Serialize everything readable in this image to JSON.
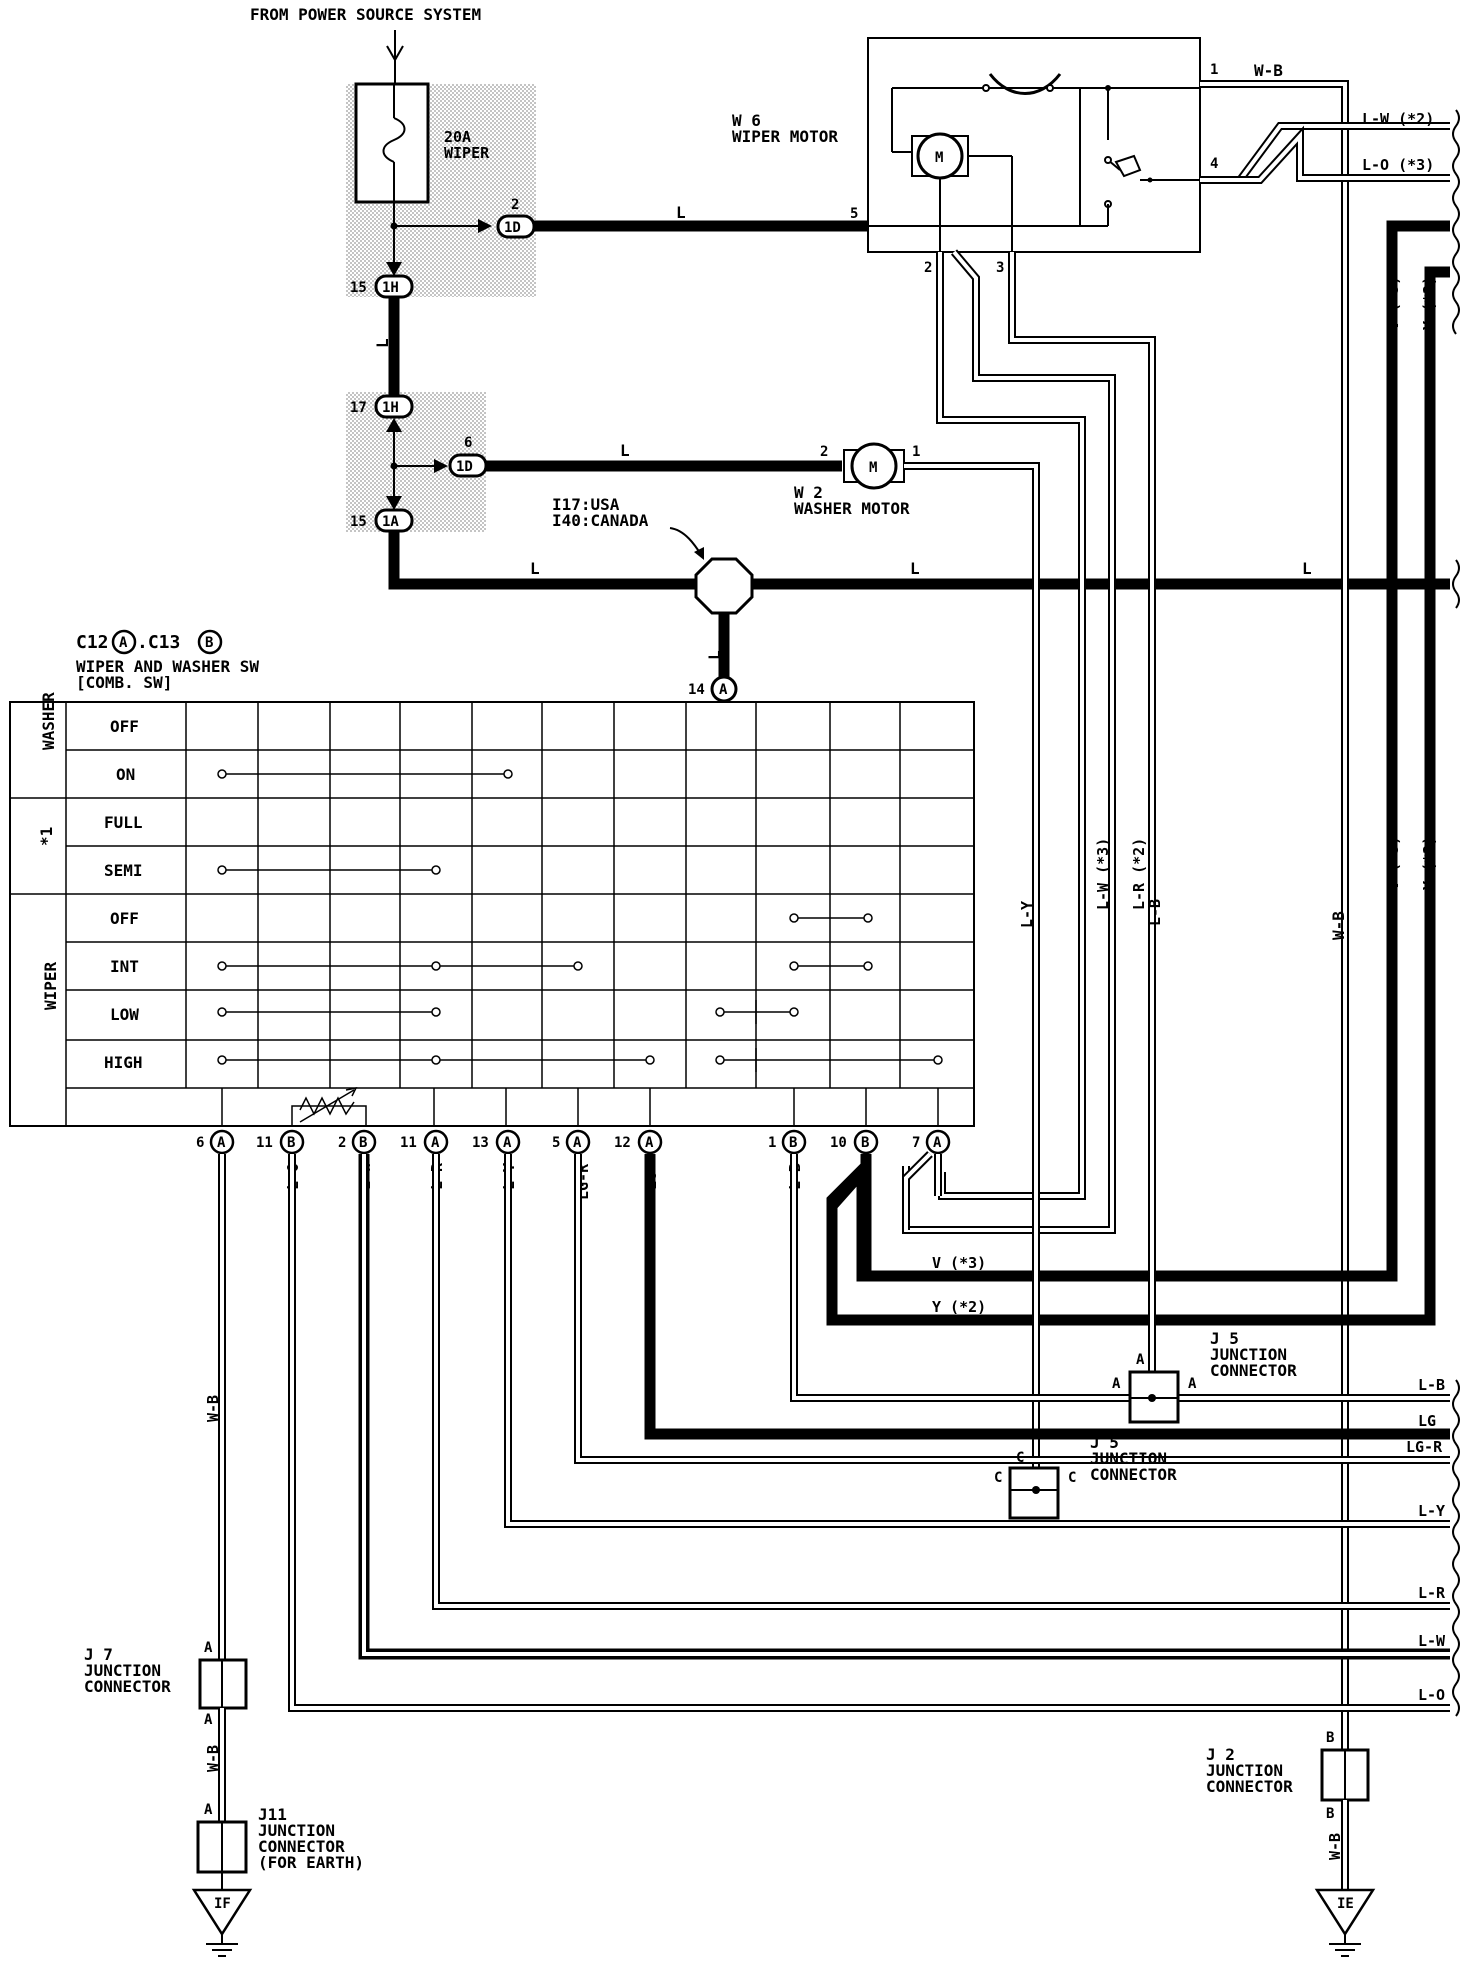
{
  "header": {
    "power_source": "FROM POWER SOURCE SYSTEM"
  },
  "fuse": {
    "rating": "20A",
    "name": "WIPER"
  },
  "motors": {
    "wiper": {
      "code": "W 6",
      "name": "WIPER MOTOR",
      "symbol": "M"
    },
    "washer": {
      "code": "W 2",
      "name": "WASHER MOTOR",
      "symbol": "M"
    }
  },
  "connectors_inline": {
    "id_top": {
      "pin": "2",
      "label": "1D"
    },
    "ih_top": {
      "pin": "15",
      "label": "1H"
    },
    "ih_mid": {
      "pin": "17",
      "label": "1H"
    },
    "id_mid": {
      "pin": "6",
      "label": "1D"
    },
    "ia": {
      "pin": "15",
      "label": "1A"
    }
  },
  "junction_block_note": {
    "line1": "I17:USA",
    "line2": "I40:CANADA"
  },
  "switch": {
    "code_prefix": "C12",
    "code_a": "A",
    "code_mid": ".C13",
    "code_b": "B",
    "name": "WIPER AND WASHER SW",
    "sub": "[COMB. SW]",
    "top_pin": {
      "num": "14",
      "conn": "A"
    },
    "groups": [
      {
        "label": "WASHER",
        "rows": [
          "OFF",
          "ON"
        ]
      },
      {
        "label": "*1",
        "rows": [
          "FULL",
          "SEMI"
        ]
      },
      {
        "label": "WIPER",
        "rows": [
          "OFF",
          "INT",
          "LOW",
          "HIGH"
        ]
      }
    ],
    "bottom_pins": [
      {
        "num": "6",
        "conn": "A",
        "wire": "W-B"
      },
      {
        "num": "11",
        "conn": "B",
        "wire": "L-O"
      },
      {
        "num": "2",
        "conn": "B",
        "wire": "L-W"
      },
      {
        "num": "11",
        "conn": "A",
        "wire": "L-R"
      },
      {
        "num": "13",
        "conn": "A",
        "wire": "L-Y"
      },
      {
        "num": "5",
        "conn": "A",
        "wire": "LG-R"
      },
      {
        "num": "12",
        "conn": "A",
        "wire": "LG"
      },
      {
        "num": "1",
        "conn": "B",
        "wire": "L-B"
      },
      {
        "num": "10",
        "conn": "B",
        "wire": ""
      },
      {
        "num": "7",
        "conn": "A",
        "wire": ""
      }
    ]
  },
  "wiper_motor_pins": {
    "p1": "1",
    "p2": "2",
    "p3": "3",
    "p4": "4",
    "p5": "5"
  },
  "washer_motor_pins": {
    "p1": "1",
    "p2": "2"
  },
  "wire_labels": {
    "l": "L",
    "wb": "W-B",
    "lw_2": "L-W (*2)",
    "lo_3": "L-O (*3)",
    "v_3": "V (*3)",
    "y_2": "Y (*2)",
    "ly": "L-Y",
    "lw_3": "L-W (*3)",
    "lr_2": "L-R (*2)",
    "lb": "L-B",
    "wb_v": "W-B",
    "v3_v": "V (*3)",
    "y2_v": "Y (*2)"
  },
  "right_outputs": [
    "L-B",
    "LG",
    "LG-R",
    "L-Y",
    "L-R",
    "L-W",
    "L-O"
  ],
  "junctions": {
    "j5a": {
      "code": "J 5",
      "name1": "JUNCTION",
      "name2": "CONNECTOR",
      "pin": "A"
    },
    "j5c": {
      "code": "J 5",
      "name1": "JUNCTION",
      "name2": "CONNECTOR",
      "pin": "C"
    },
    "j7": {
      "code": "J 7",
      "name1": "JUNCTION",
      "name2": "CONNECTOR",
      "pin": "A"
    },
    "j11": {
      "code": "J11",
      "name1": "JUNCTION",
      "name2": "CONNECTOR",
      "name3": "(FOR EARTH)",
      "pin": "A"
    },
    "j2": {
      "code": "J 2",
      "name1": "JUNCTION",
      "name2": "CONNECTOR",
      "pin": "B"
    }
  },
  "grounds": {
    "left": "IF",
    "right": "IE"
  }
}
